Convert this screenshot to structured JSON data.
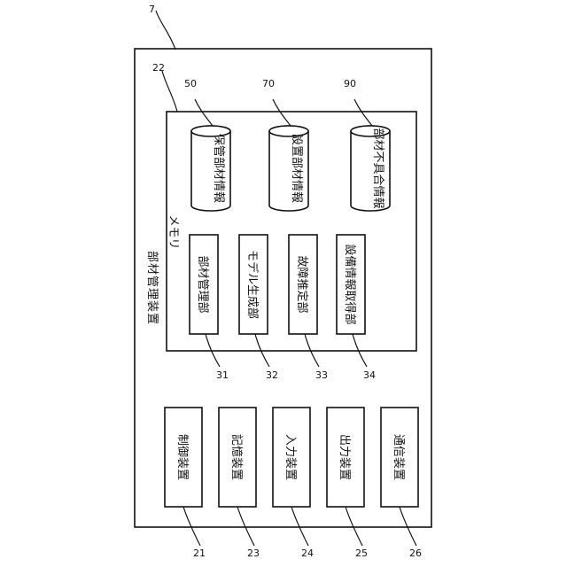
{
  "figure": {
    "device_ref": "7",
    "device_label": "部材管理装置",
    "memory_ref": "22",
    "memory_label": "メモリ",
    "databases": [
      {
        "ref": "50",
        "label": "保管部材情報"
      },
      {
        "ref": "70",
        "label": "設置部材情報"
      },
      {
        "ref": "90",
        "label": "部材不具合情報"
      }
    ],
    "units": [
      {
        "ref": "31",
        "label": "部材管理部"
      },
      {
        "ref": "32",
        "label": "モデル生成部"
      },
      {
        "ref": "33",
        "label": "故障推定部"
      },
      {
        "ref": "34",
        "label": "設備情報取得部"
      }
    ],
    "devices": [
      {
        "ref": "21",
        "label": "制御装置"
      },
      {
        "ref": "23",
        "label": "記憶装置"
      },
      {
        "ref": "24",
        "label": "入力装置"
      },
      {
        "ref": "25",
        "label": "出力装置"
      },
      {
        "ref": "26",
        "label": "通信装置"
      }
    ]
  }
}
